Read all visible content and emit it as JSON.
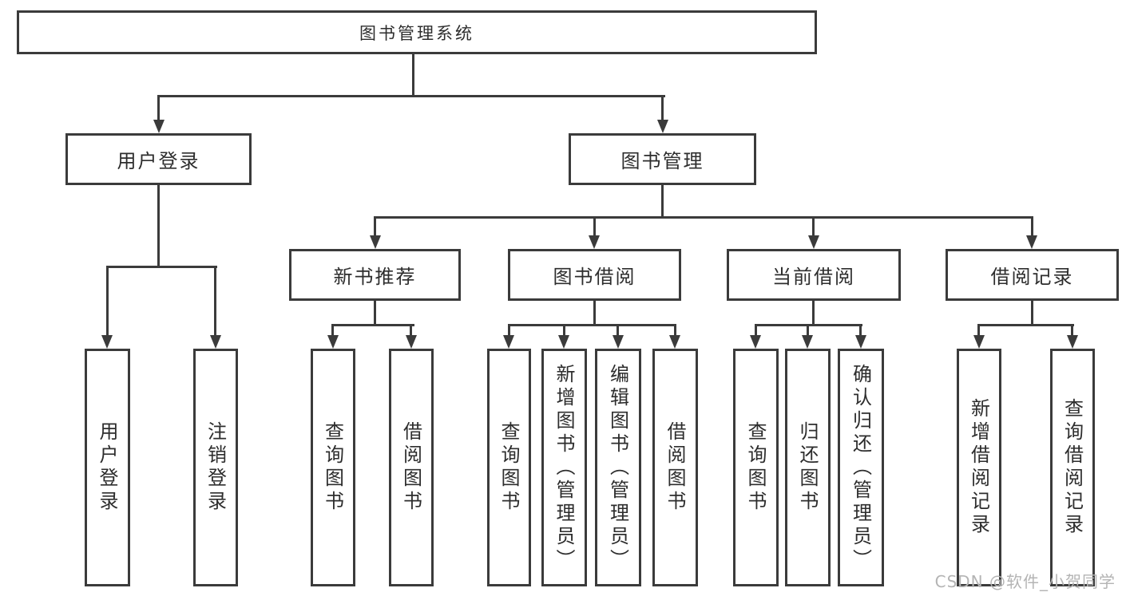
{
  "nodes": {
    "root": "图书管理系统",
    "level2": [
      "用户登录",
      "图书管理"
    ],
    "level3": [
      "新书推荐",
      "图书借阅",
      "当前借阅",
      "借阅记录"
    ],
    "leaves": {
      "user_login": [
        "用户登录",
        "注销登录"
      ],
      "new_book_recommendation": [
        "查询图书",
        "借阅图书"
      ],
      "book_borrowing": [
        "查询图书",
        "新增图书（管理员）",
        "编辑图书（管理员）",
        "借阅图书"
      ],
      "current_borrowing": [
        "查询图书",
        "归还图书",
        "确认归还（管理员）"
      ],
      "borrowing_records": [
        "新增借阅记录",
        "查询借阅记录"
      ]
    }
  },
  "watermark": "CSDN @软件_小贺同学",
  "colors": {
    "line": "#3b3b3b",
    "text": "#2d2d2d",
    "watermark": "#b4b4b4",
    "background": "#ffffff"
  }
}
